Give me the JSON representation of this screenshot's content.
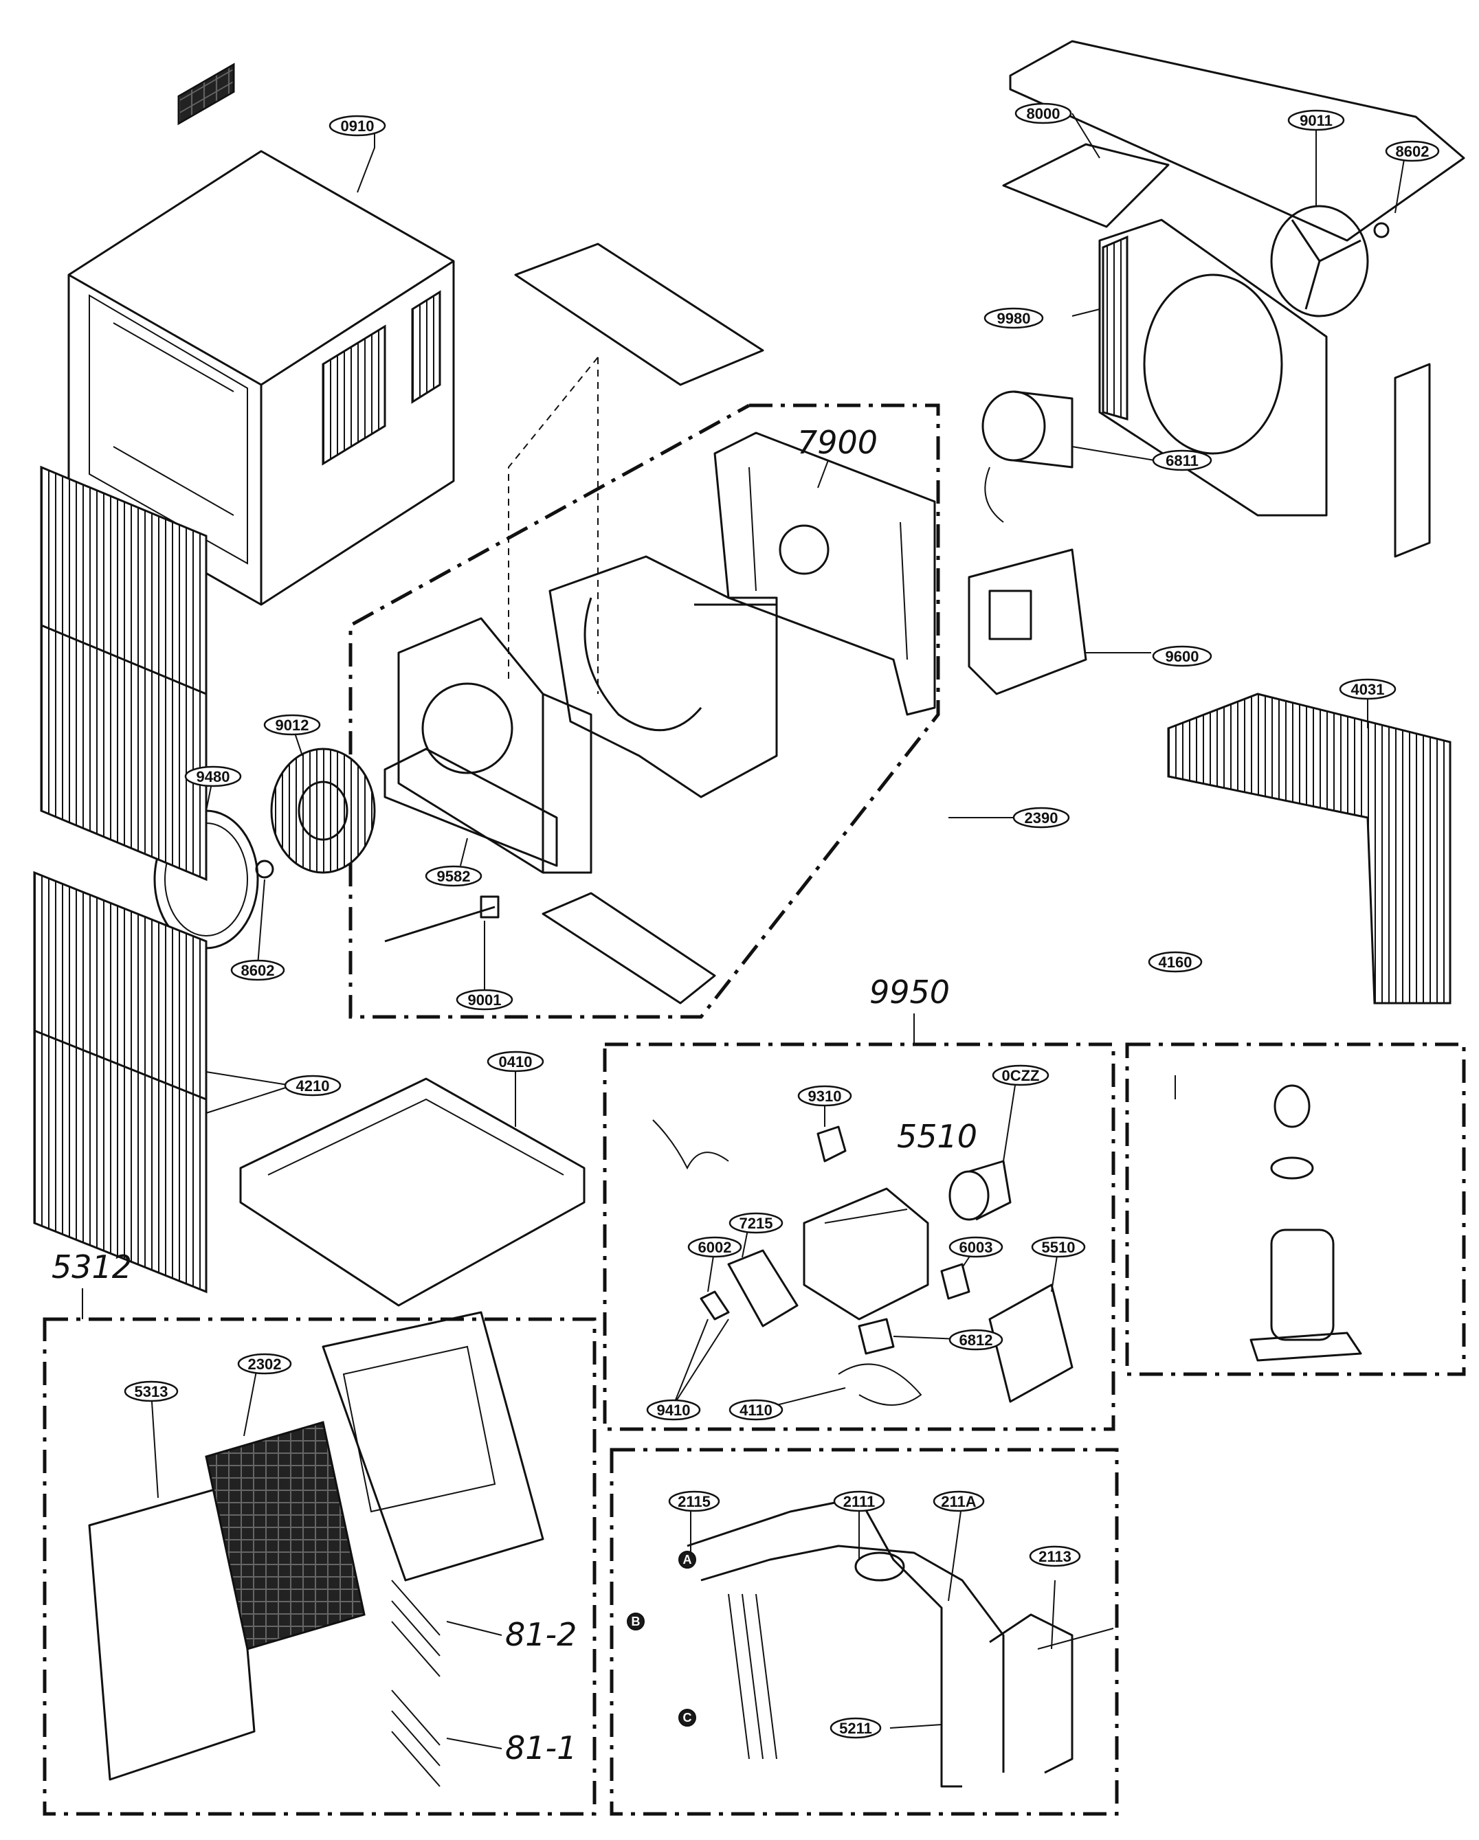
{
  "diagram": {
    "callouts": {
      "c0910": "0910",
      "c8000": "8000",
      "c9011": "9011",
      "c8602a": "8602",
      "c9980": "9980",
      "c6811": "6811",
      "c9600": "9600",
      "c4031": "4031",
      "c2390": "2390",
      "c9012": "9012",
      "c9480": "9480",
      "c9582": "9582",
      "c8602b": "8602",
      "c9001": "9001",
      "c4210": "4210",
      "c0410": "0410",
      "c9310": "9310",
      "c0CZZ": "0CZZ",
      "c7215": "7215",
      "c6002": "6002",
      "c6003": "6003",
      "c5510b": "5510",
      "c6812": "6812",
      "c9410": "9410",
      "c4110": "4110",
      "c4160": "4160",
      "c2302": "2302",
      "c5313": "5313",
      "c2115": "2115",
      "c2111": "2111",
      "c211A": "211A",
      "c2113": "2113",
      "c5211": "5211"
    },
    "handwritten": {
      "h7900": "7900",
      "h9950": "9950",
      "h5510": "5510",
      "h5312": "5312",
      "h81_2": "81-2",
      "h81_1": "81-1"
    },
    "pipe_markers": [
      "A",
      "B",
      "C"
    ]
  }
}
